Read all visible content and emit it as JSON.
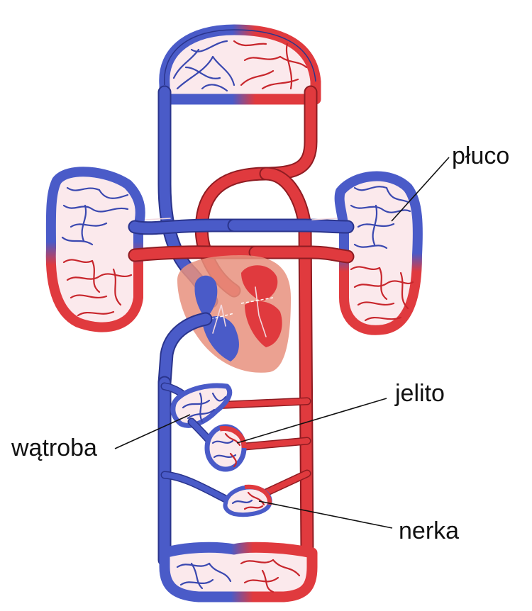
{
  "labels": {
    "lung": "płuco",
    "intestine": "jelito",
    "liver": "wątroba",
    "kidney": "nerka"
  },
  "colors": {
    "deoxygenated": "#4a5bc8",
    "oxygenated": "#e03a3e",
    "heart": "#e8907e"
  }
}
